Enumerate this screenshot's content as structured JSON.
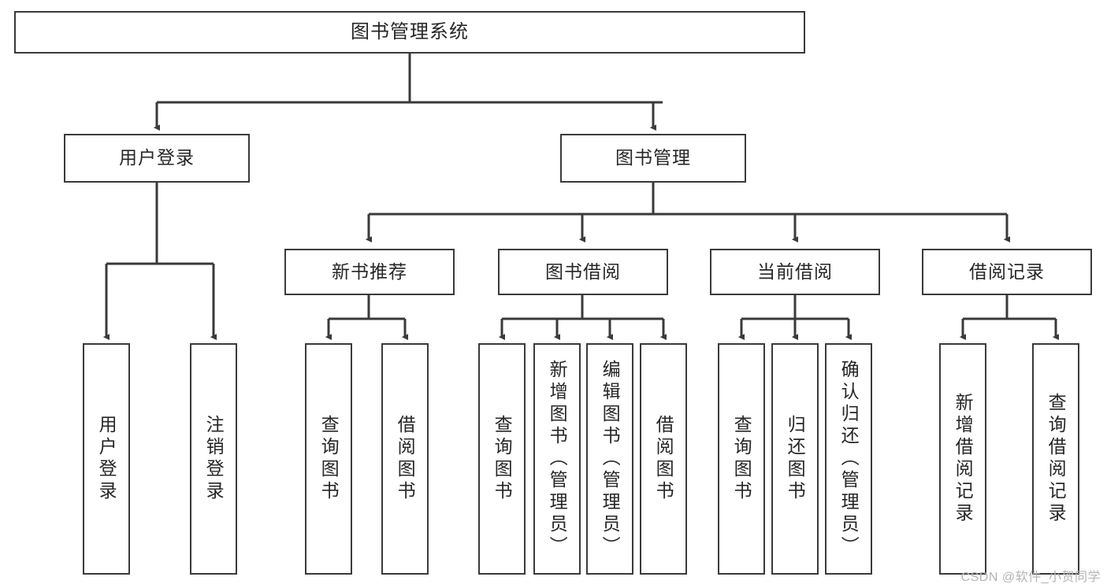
{
  "diagram": {
    "title": "图书管理系统",
    "type": "tree-hierarchy-flowchart",
    "watermark": "CSDN @软件_小贺同学",
    "colors": {
      "background": "#ffffff",
      "box_border": "#3a3a3a",
      "box_fill": "#ffffff",
      "text": "#262626",
      "connector": "#3a3a3a",
      "watermark_text": "#b4b4b4"
    },
    "nodes": {
      "root": {
        "label": "图书管理系统"
      },
      "level2": [
        {
          "id": "user-login",
          "label": "用户登录"
        },
        {
          "id": "book-manage",
          "label": "图书管理"
        }
      ],
      "level3": [
        {
          "id": "new-book-rec",
          "label": "新书推荐"
        },
        {
          "id": "book-borrow",
          "label": "图书借阅"
        },
        {
          "id": "current-borrow",
          "label": "当前借阅"
        },
        {
          "id": "borrow-record",
          "label": "借阅记录"
        }
      ],
      "leaves": {
        "user_login": [
          {
            "id": "leaf-user-login",
            "label": "用户登录"
          },
          {
            "id": "leaf-logout-login",
            "label": "注销登录"
          }
        ],
        "new_book_rec": [
          {
            "id": "leaf-query-book-1",
            "label": "查询图书"
          },
          {
            "id": "leaf-borrow-book-1",
            "label": "借阅图书"
          }
        ],
        "book_borrow": [
          {
            "id": "leaf-query-book-2",
            "label": "查询图书"
          },
          {
            "id": "leaf-add-book",
            "label": "新增图书（管理员）"
          },
          {
            "id": "leaf-edit-book",
            "label": "编辑图书（管理员）"
          },
          {
            "id": "leaf-borrow-book-2",
            "label": "借阅图书"
          }
        ],
        "current_borrow": [
          {
            "id": "leaf-query-book-3",
            "label": "查询图书"
          },
          {
            "id": "leaf-return-book",
            "label": "归还图书"
          },
          {
            "id": "leaf-confirm-return",
            "label": "确认归还（管理员）"
          }
        ],
        "borrow_record": [
          {
            "id": "leaf-add-record",
            "label": "新增借阅记录"
          },
          {
            "id": "leaf-query-record",
            "label": "查询借阅记录"
          }
        ]
      }
    }
  }
}
